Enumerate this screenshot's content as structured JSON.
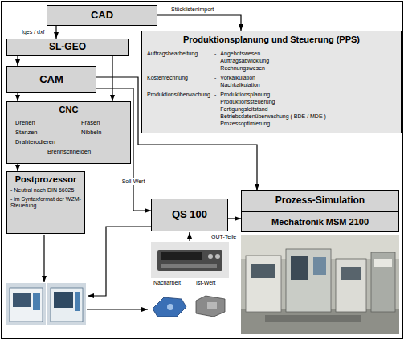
{
  "diagram": {
    "nodes": [
      {
        "text": [
          "CAD"
        ]
      },
      {
        "text": [
          "Produktionsplanung und Steuerung (PPS)",
          "Auftragsbearbeitung",
          "-",
          "Angebotswesen",
          "Auftragsabwicklung",
          "Rechnungswesen",
          "Kostenrechnung",
          "-",
          "Vorkalkulation",
          "Nachkalkulation",
          "Produktionsüberwachung",
          "-",
          "Produktionsplanung",
          "Produktionssteuerung",
          "Fertigungsleitstand",
          "Betriebsdatenüberwachung ( BDE / MDE )",
          "Prozessoptimierung"
        ]
      },
      {
        "text": [
          "SL-GEO"
        ]
      },
      {
        "text": [
          "CAM"
        ]
      },
      {
        "text": [
          "CNC",
          "Drehen",
          "Fräsen",
          "Stanzen",
          "Nibbeln",
          "Drahterodieren",
          "Brennschneiden"
        ]
      },
      {
        "text": [
          "Postprozessor",
          "- Neutral nach DIN 66025",
          "- im Syntaxformat der WZM-Steuerung"
        ]
      },
      {
        "text": [
          "QS 100"
        ]
      },
      {
        "text": [
          "Prozess-Simulation"
        ]
      },
      {
        "text": [
          "Mechatronik MSM 2100"
        ]
      }
    ],
    "edges": [
      {
        "from": 0,
        "to": 2,
        "label": "Iges / dxf",
        "arrow": "to"
      },
      {
        "from": 0,
        "to": 1,
        "label": "Stücklistenimport",
        "arrow": "to"
      },
      {
        "from": 2,
        "to": 3,
        "arrow": "to"
      },
      {
        "from": 2,
        "to": 4,
        "arrow": "to"
      },
      {
        "from": 3,
        "to": 4,
        "arrow": "to"
      },
      {
        "from": 3,
        "to": 6,
        "label": "Soll-Wert",
        "arrow": "to"
      },
      {
        "from": 3,
        "to": 7,
        "arrow": "to"
      },
      {
        "from": 6,
        "to": 8,
        "label": "GUT-Teile",
        "arrow": "to"
      },
      {
        "from": 4,
        "to": 5,
        "arrow": "to"
      }
    ],
    "labels": [
      "Nacharbeit",
      "Ist-Wert"
    ]
  }
}
